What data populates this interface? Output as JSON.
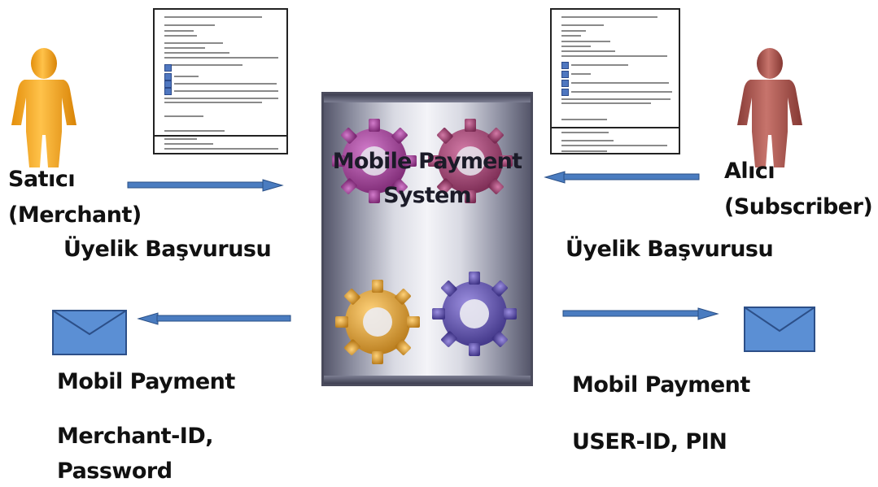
{
  "left": {
    "role_line1": "Satıcı",
    "role_line2": "(Merchant)",
    "application": "Üyelik Başvurusu",
    "message_title": "Mobil Payment",
    "credentials_line1": "Merchant-ID,",
    "credentials_line2": "Password"
  },
  "center": {
    "title_line1": "Mobile Payment",
    "title_line2": "System"
  },
  "right": {
    "role_line1": "Alıcı",
    "role_line2": "(Subscriber)",
    "application": "Üyelik Başvurusu",
    "message_title": "Mobil Payment",
    "credentials": "USER-ID, PIN"
  },
  "colors": {
    "merchant_person": "#f0a012",
    "subscriber_person": "#a0524c",
    "gear_purple": "#a3449a",
    "gear_pink": "#a84a78",
    "gear_orange": "#e8a83a",
    "gear_blue": "#6a5cb4",
    "arrow": "#4a7cc0",
    "envelope": "#5b8fd4"
  }
}
